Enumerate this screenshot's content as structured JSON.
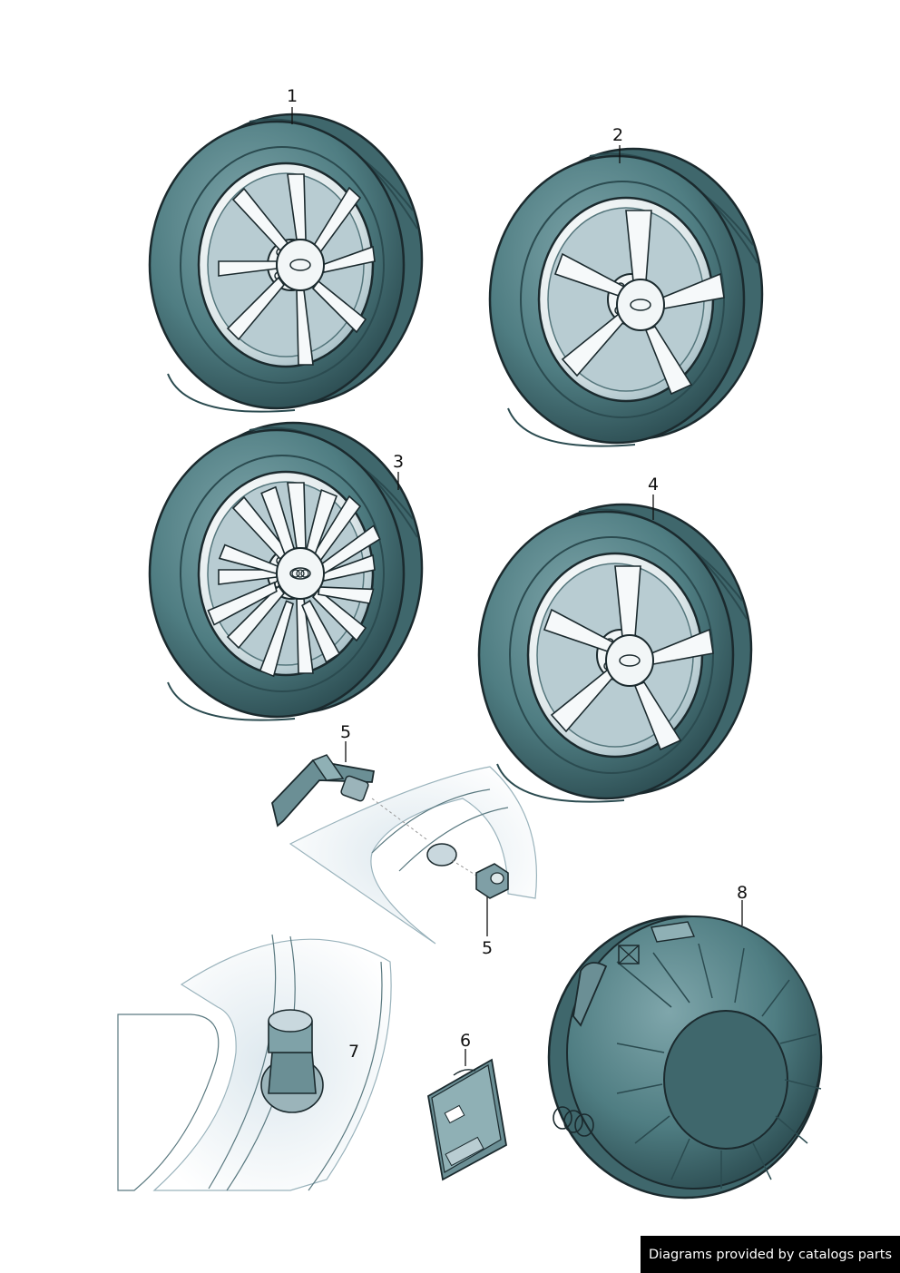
{
  "colors": {
    "tire": "#4f7d82",
    "tire_light": "#6f9aa0",
    "tire_dark": "#264347",
    "rim": "#e8eef0",
    "rim_shade": "#a9c1c8",
    "outline": "#1b2a2e",
    "background_shade": "#e6eef2"
  },
  "callouts": {
    "c1": "1",
    "c2": "2",
    "c3": "3",
    "c4": "4",
    "c5a": "5",
    "c5b": "5",
    "c6": "6",
    "c7": "7",
    "c8": "8"
  },
  "footer": {
    "credit": "Diagrams provided by catalogs parts"
  }
}
